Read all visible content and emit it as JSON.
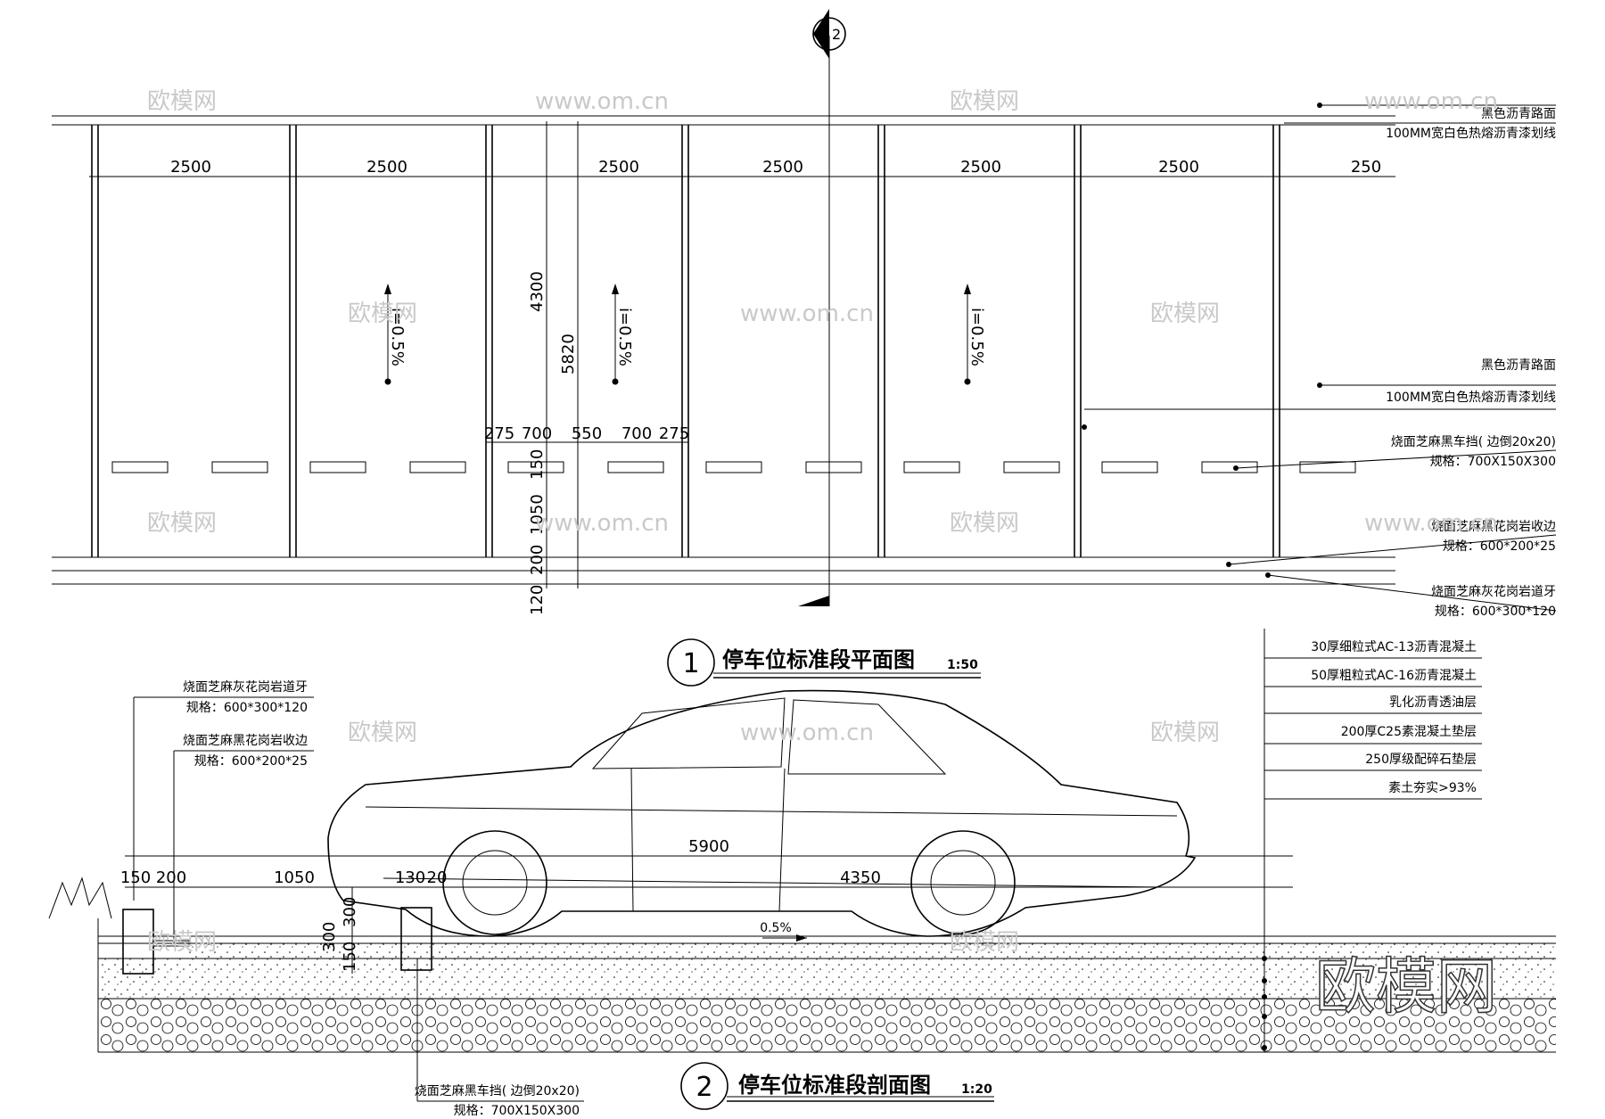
{
  "plan": {
    "bay_widths": [
      "2500",
      "2500",
      "2500",
      "2500",
      "2500",
      "2500",
      "250"
    ],
    "slope": "i=0.5%",
    "dims": {
      "depth_4300": "4300",
      "depth_5820": "5820",
      "w_275a": "275",
      "w_700a": "700",
      "w_550": "550",
      "w_700b": "700",
      "w_275b": "275",
      "d_150": "150",
      "d_1050": "1050",
      "d_200": "200",
      "d_120": "120"
    },
    "notes": [
      "黑色沥青路面",
      "100MM宽白色热熔沥青漆划线",
      "黑色沥青路面",
      "100MM宽白色热熔沥青漆划线",
      "烧面芝麻黑车挡( 边倒20x20)",
      "规格：700X150X300",
      "烧面芝麻黑花岗岩收边",
      "规格：600*200*25",
      "烧面芝麻灰花岗岩道牙",
      "规格：600*300*120"
    ],
    "section_marker": "2",
    "title_number": "1",
    "title": "停车位标准段平面图",
    "scale": "1:50"
  },
  "section": {
    "layers": [
      "30厚细粒式AC-13沥青混凝土",
      "50厚粗粒式AC-16沥青混凝土",
      "乳化沥青透油层",
      "200厚C25素混凝土垫层",
      "250厚级配碎石垫层",
      "素土夯实>93%"
    ],
    "notes_left": [
      "烧面芝麻灰花岗岩道牙",
      "规格：600*300*120",
      "烧面芝麻黑花岗岩收边",
      "规格：600*200*25"
    ],
    "notes_bottom": [
      "烧面芝麻黑车挡( 边倒20x20)",
      "规格：700X150X300"
    ],
    "dims": {
      "total": "5900",
      "d_150": "150",
      "d_200": "200",
      "d_1050": "1050",
      "d_130": "130",
      "d_20": "20",
      "d_4350": "4350",
      "h_300": "300",
      "h_150": "150",
      "h_300b": "300"
    },
    "slope": "0.5%",
    "title_number": "2",
    "title": "停车位标准段剖面图",
    "scale": "1:20"
  },
  "watermark": {
    "logo": "欧模网",
    "url": "www.om.cn"
  }
}
